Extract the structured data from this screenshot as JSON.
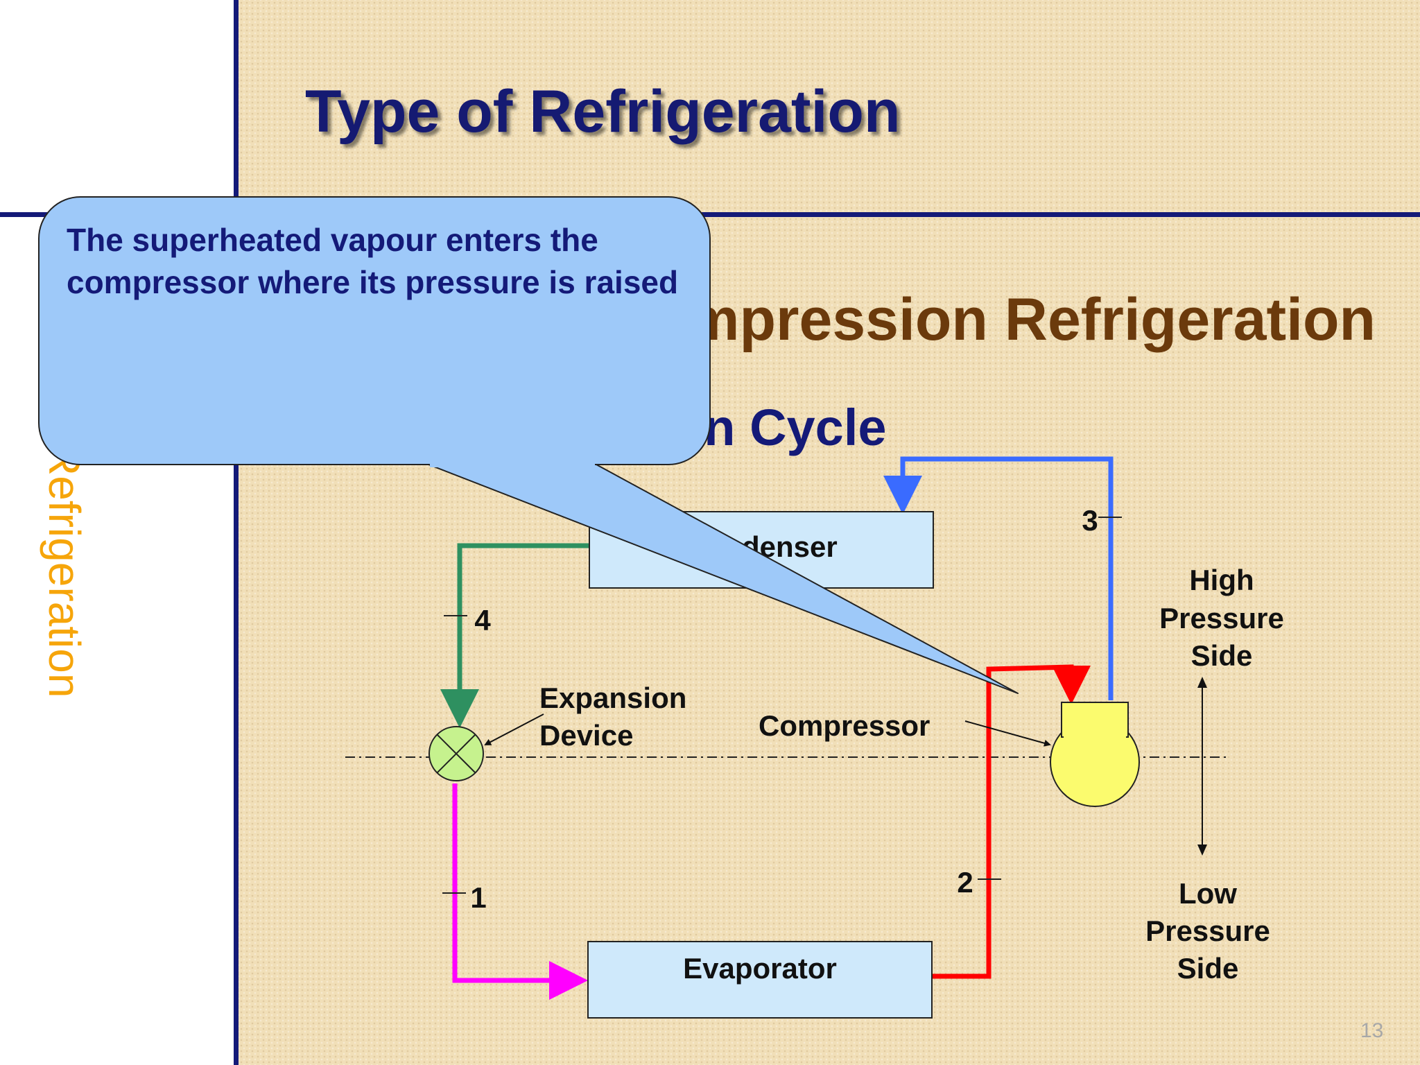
{
  "slide": {
    "title": "Type of Refrigeration",
    "side_label": "Refrigeration",
    "subtitle": "Vapour Compression Refrigeration",
    "cycle_heading": "Refrigeration Cycle",
    "page_number": "13"
  },
  "callout": {
    "text": "The superheated vapour enters the compressor where its pressure is raised"
  },
  "diagram": {
    "components": {
      "condenser": "Condenser",
      "evaporator": "Evaporator",
      "expansion_device": [
        "Expansion",
        "Device"
      ],
      "compressor": "Compressor"
    },
    "points": [
      "1",
      "2",
      "3",
      "4"
    ],
    "high_pressure_side": [
      "High",
      "Pressure",
      "Side"
    ],
    "low_pressure_side": [
      "Low",
      "Pressure",
      "Side"
    ],
    "colors": {
      "line_1_evaporator_inlet": "#ff00ff",
      "line_2_compressor_inlet": "#ff0000",
      "line_3_condenser_inlet": "#3a6bff",
      "line_4_condenser_outlet": "#2e9060",
      "component_fill": "#cfe9fb",
      "compressor_fill": "#fbfb6e",
      "expansion_fill": "#c6f28e",
      "callout_fill": "#9ec9f9"
    }
  }
}
